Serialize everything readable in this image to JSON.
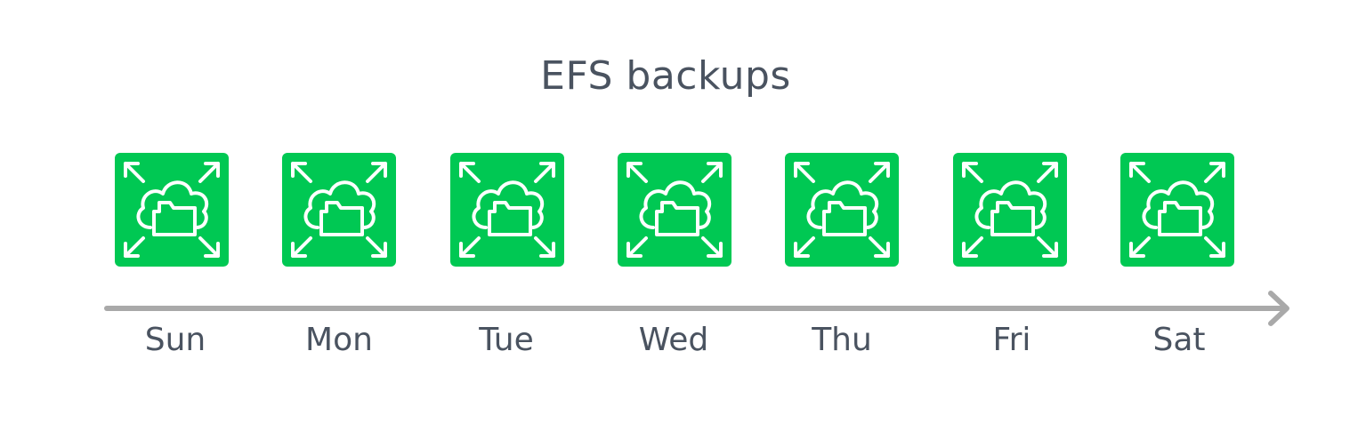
{
  "title": "EFS backups",
  "icon": {
    "name": "efs-file-system-icon",
    "fill": "#00c853",
    "stroke": "#ffffff"
  },
  "arrow_color": "#a9a9a9",
  "days": [
    "Sun",
    "Mon",
    "Tue",
    "Wed",
    "Thu",
    "Fri",
    "Sat"
  ]
}
